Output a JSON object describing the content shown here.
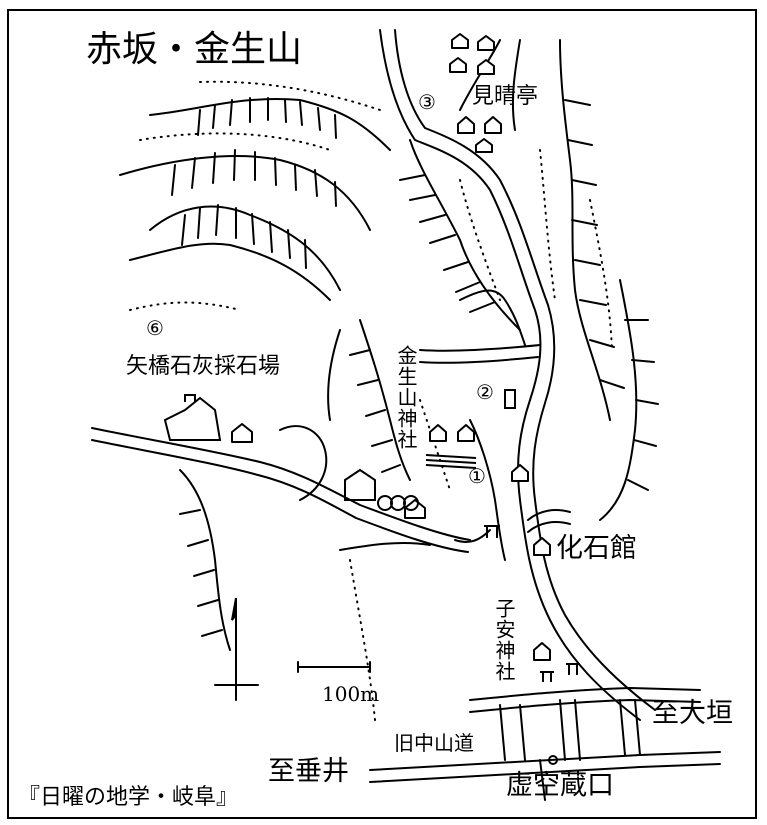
{
  "map": {
    "title": "赤坂・金生山",
    "credit": "『日曜の地学・岐阜』",
    "scale_bar": "100m",
    "labels": {
      "kenseitei": "見晴亭",
      "site3": "③",
      "site6": "⑥",
      "quarry": "矢橋石灰採石場",
      "shrine_kinsho": "金生山神社",
      "site2": "②",
      "site1": "①",
      "fossil_museum": "化石館",
      "shrine_koyasu": "子安神社",
      "to_ogaki": "至大垣",
      "old_nakasendo": "旧中山道",
      "to_tarui": "至垂井",
      "kokuzo_entrance": "虚空蔵口"
    }
  }
}
